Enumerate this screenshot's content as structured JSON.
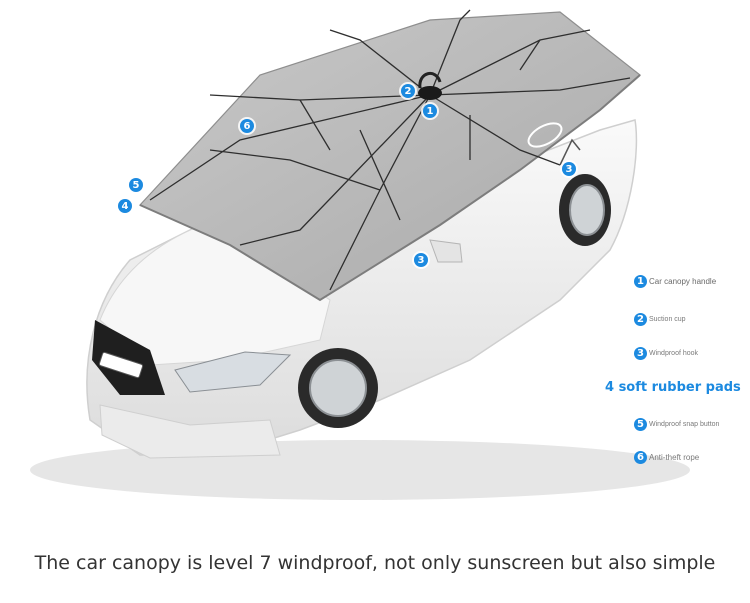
{
  "legend": {
    "items": [
      {
        "number": "1",
        "label": "Car canopy handle"
      },
      {
        "number": "2",
        "label": "Suction cup"
      },
      {
        "number": "3",
        "label": "Windproof hook"
      },
      {
        "number": "5",
        "label": "Windproof snap button"
      },
      {
        "number": "6",
        "label": "Anti-theft rope"
      }
    ],
    "pads_label": "4 soft rubber pads"
  },
  "callouts": [
    "1",
    "2",
    "3",
    "3",
    "4",
    "5",
    "6"
  ],
  "caption": "The car canopy is level 7 windproof, not only sunscreen but also simple",
  "colors": {
    "accent": "#1c8ae0",
    "canopy": "#b9b9b9",
    "car_body": "#f1f1f1",
    "caption_text": "#333333"
  }
}
